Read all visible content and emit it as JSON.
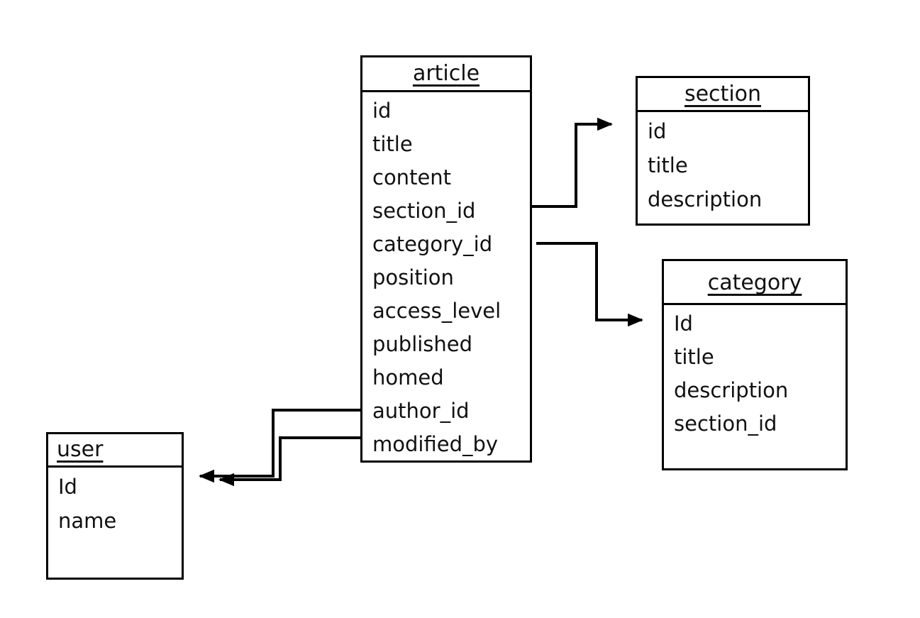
{
  "diagram": {
    "type": "entity-relationship",
    "background_color": "#ffffff",
    "line_color": "#000000"
  },
  "tables": {
    "article": {
      "name": "article",
      "fields": [
        "id",
        "title",
        "content",
        "section_id",
        "category_id",
        "position",
        "access_level",
        "published",
        "homed",
        "author_id",
        "modified_by"
      ]
    },
    "section": {
      "name": "section",
      "fields": [
        "id",
        "title",
        "description"
      ]
    },
    "category": {
      "name": "category",
      "fields": [
        "Id",
        "title",
        "description",
        "section_id"
      ]
    },
    "user": {
      "name": "user",
      "fields": [
        "Id",
        "name"
      ]
    }
  },
  "relations": [
    {
      "from_table": "article",
      "from_field": "section_id",
      "to_table": "section"
    },
    {
      "from_table": "article",
      "from_field": "category_id",
      "to_table": "category"
    },
    {
      "from_table": "article",
      "from_field": "author_id",
      "to_table": "user"
    },
    {
      "from_table": "article",
      "from_field": "modified_by",
      "to_table": "user"
    }
  ]
}
